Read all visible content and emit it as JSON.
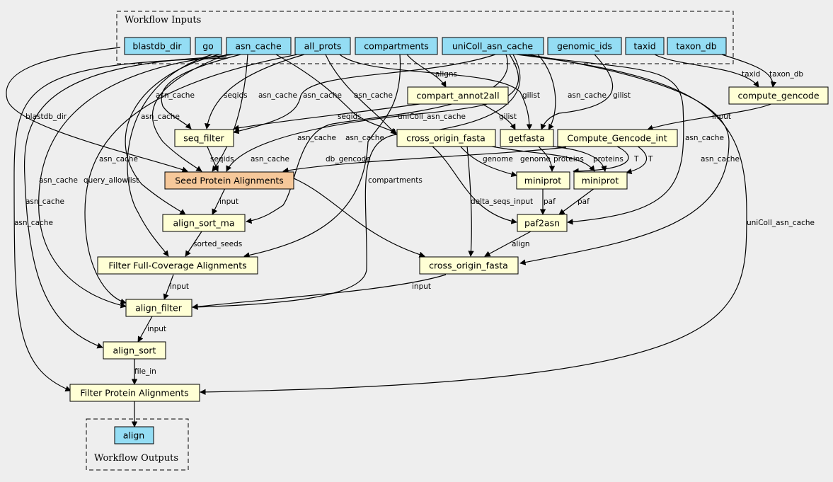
{
  "clusters": {
    "inputs_label": "Workflow Inputs",
    "outputs_label": "Workflow Outputs"
  },
  "nodes": {
    "blastdb_dir": "blastdb_dir",
    "go": "go",
    "asn_cache": "asn_cache",
    "all_prots": "all_prots",
    "compartments": "compartments",
    "unicoll_asn_cache": "uniColl_asn_cache",
    "genomic_ids": "genomic_ids",
    "taxid": "taxid",
    "taxon_db": "taxon_db",
    "compute_gencode": "compute_gencode",
    "compart_annot2all": "compart_annot2all",
    "seq_filter": "seq_filter",
    "cross_origin_fasta_1": "cross_origin_fasta",
    "getfasta": "getfasta",
    "compute_gencode_int": "Compute_Gencode_int",
    "seed_protein_alignments": "Seed Protein Alignments",
    "miniprot_1": "miniprot",
    "miniprot_2": "miniprot",
    "align_sort_ma": "align_sort_ma",
    "paf2asn": "paf2asn",
    "filter_full_coverage": "Filter Full-Coverage Alignments",
    "cross_origin_fasta_2": "cross_origin_fasta",
    "align_filter": "align_filter",
    "align_sort": "align_sort",
    "filter_protein_alignments": "Filter Protein Alignments",
    "align": "align"
  },
  "edge_labels": {
    "taxid": "taxid",
    "taxon_db": "taxon_db",
    "aligns": "aligns",
    "gilist": "gilist",
    "asn_cache": "asn_cache",
    "seqids": "seqids",
    "uniColl_asn_cache": "uniColl_asn_cache",
    "input": "input",
    "blastdb_dir": "blastdb_dir",
    "db_gencode": "db_gencode",
    "genome": "genome",
    "proteins": "proteins",
    "T": "T",
    "query_allowlist": "query_allowlist",
    "compartments": "compartments",
    "delta_seqs_input": "delta_seqs_input",
    "paf": "paf",
    "sorted_seeds": "sorted_seeds",
    "align": "align",
    "file_in": "file_in"
  }
}
